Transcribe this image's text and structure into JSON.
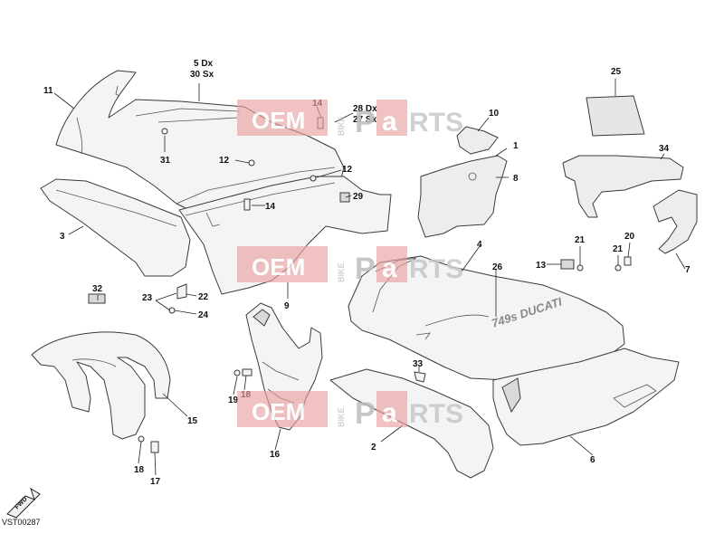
{
  "diagram_code": "VST00287",
  "fwd_label": "FWD",
  "decal_text": "749s DUCATI",
  "watermark": {
    "left": "OEM",
    "side": "BIKE",
    "right_a": "P",
    "right_b": "a",
    "right_c": "RTS"
  },
  "callouts": {
    "c1": "1",
    "c2": "2",
    "c3": "3",
    "c4": "4",
    "c5": "5 Dx",
    "c30": "30 Sx",
    "c6": "6",
    "c7": "7",
    "c8": "8",
    "c9": "9",
    "c10": "10",
    "c11": "11",
    "c12a": "12",
    "c12b": "12",
    "c13": "13",
    "c14a": "14",
    "c14b": "14",
    "c15": "15",
    "c16": "16",
    "c17": "17",
    "c18a": "18",
    "c18b": "18",
    "c19": "19",
    "c20": "20",
    "c21a": "21",
    "c21b": "21",
    "c22": "22",
    "c23": "23",
    "c24": "24",
    "c25": "25",
    "c26": "26",
    "c28": "28 Dx",
    "c27": "27 Sx",
    "c29": "29",
    "c31": "31",
    "c32": "32",
    "c33": "33",
    "c34": "34"
  },
  "colors": {
    "watermark": "#e8a0a0",
    "line": "#3a3a3a",
    "background": "#ffffff"
  }
}
